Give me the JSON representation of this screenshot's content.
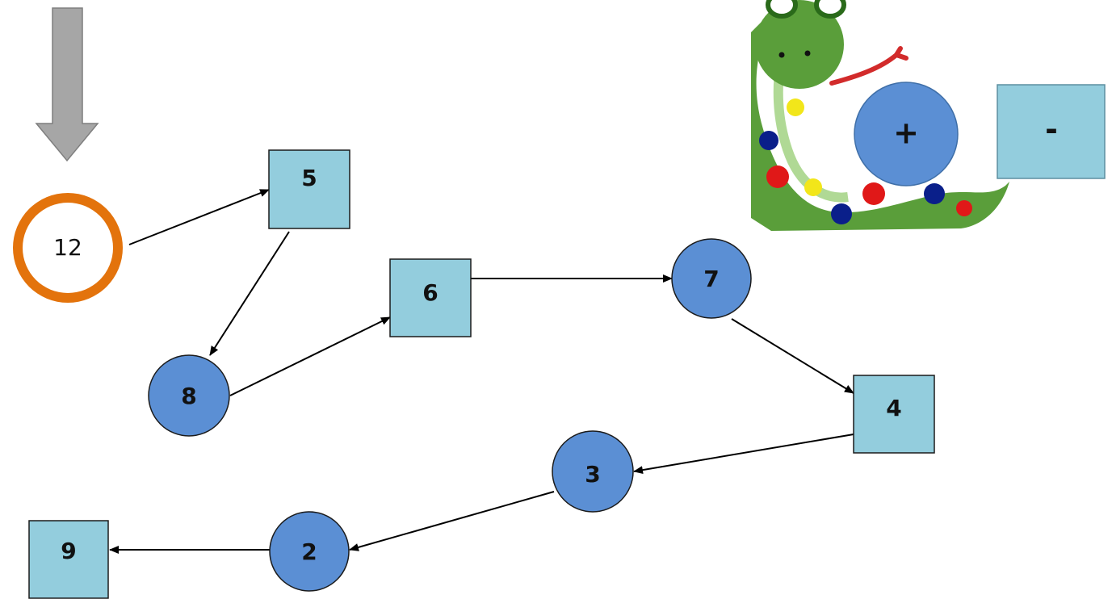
{
  "colors": {
    "circle_fill": "#5b8fd4",
    "square_fill": "#93cddd",
    "start_ring": "#e3730c",
    "arrow_gray": "#a6a6a6",
    "snake_green": "#5a9e3a",
    "edge": "#000000"
  },
  "start": {
    "value": "12"
  },
  "nodes": [
    {
      "id": "n5",
      "shape": "square",
      "label": "5"
    },
    {
      "id": "n8",
      "shape": "circle",
      "label": "8"
    },
    {
      "id": "n6",
      "shape": "square",
      "label": "6"
    },
    {
      "id": "n7",
      "shape": "circle",
      "label": "7"
    },
    {
      "id": "n4",
      "shape": "square",
      "label": "4"
    },
    {
      "id": "n3",
      "shape": "circle",
      "label": "3"
    },
    {
      "id": "n2",
      "shape": "circle",
      "label": "2"
    },
    {
      "id": "n9",
      "shape": "square",
      "label": "9"
    }
  ],
  "edges": [
    [
      "start",
      "n5"
    ],
    [
      "n5",
      "n8"
    ],
    [
      "n8",
      "n6"
    ],
    [
      "n6",
      "n7"
    ],
    [
      "n7",
      "n4"
    ],
    [
      "n4",
      "n3"
    ],
    [
      "n3",
      "n2"
    ],
    [
      "n2",
      "n9"
    ]
  ],
  "legend": {
    "plus_label": "+",
    "minus_label": "-",
    "plus_meaning_icon": "circle-shape",
    "minus_meaning_icon": "square-shape"
  },
  "decoration": {
    "icon": "snake-icon"
  }
}
